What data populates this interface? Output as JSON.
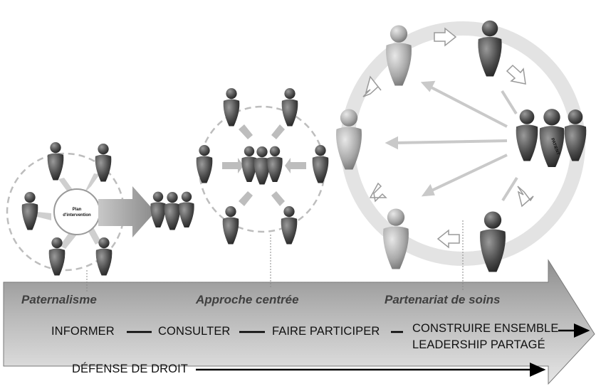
{
  "center_label_line1": "Plan",
  "center_label_line2": "d'intervention",
  "patient_badge": "PATIENT",
  "stage_labels": [
    "Paternalisme",
    "Approche centrée",
    "Partenariat de soins"
  ],
  "continuum_steps": [
    "INFORMER",
    "CONSULTER",
    "FAIRE PARTICIPER",
    "CONSTRUIRE ENSEMBLE",
    "LEADERSHIP PARTAGÉ"
  ],
  "advocacy_label": "DÉFENSE DE DROIT"
}
